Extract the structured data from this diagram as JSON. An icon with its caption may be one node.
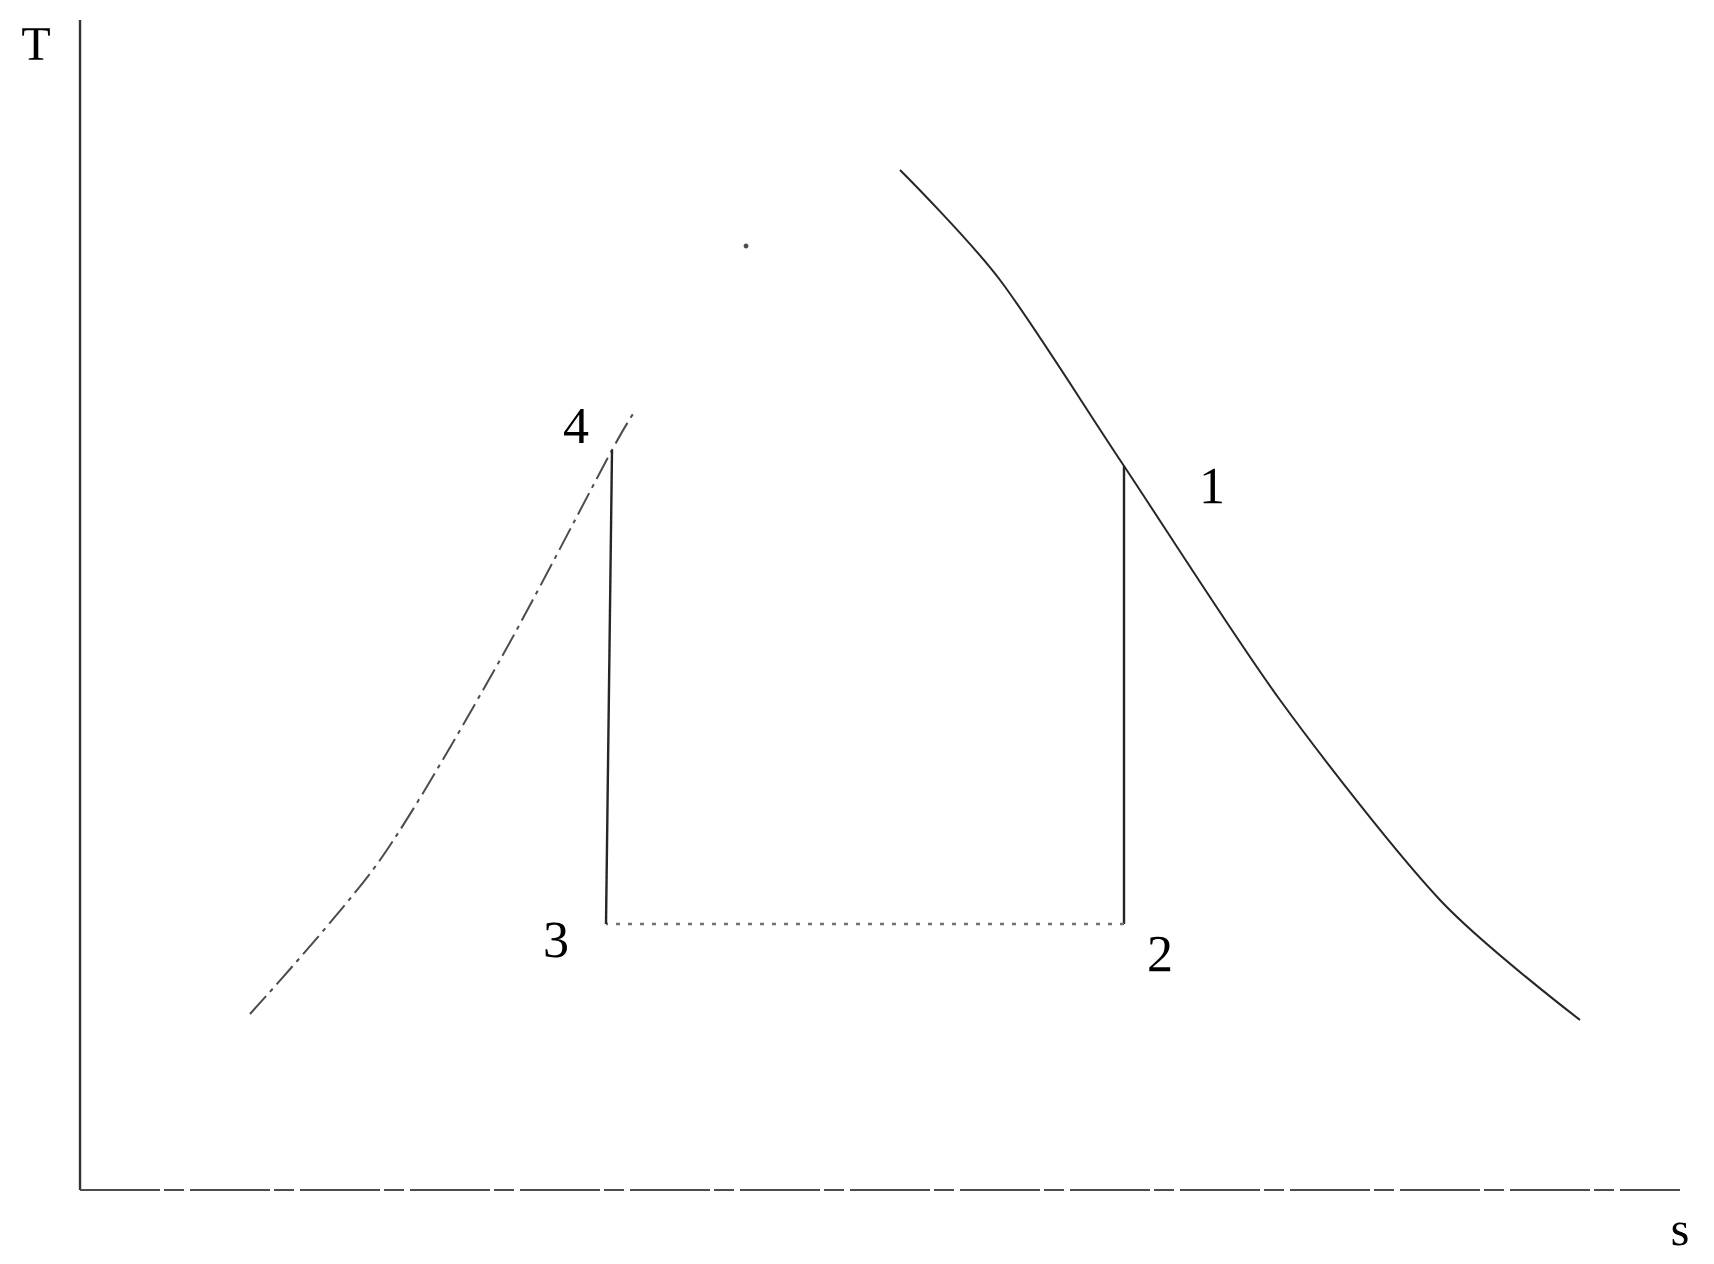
{
  "diagram": {
    "nodes": [
      {
        "text": [
          "1"
        ]
      },
      {
        "text": [
          "2"
        ]
      },
      {
        "text": [
          "3"
        ]
      },
      {
        "text": [
          "4"
        ]
      }
    ],
    "edges": [
      {
        "from": 0,
        "to": 1,
        "arrow": "none"
      },
      {
        "from": 1,
        "to": 2,
        "arrow": "none",
        "style": "dashed"
      },
      {
        "from": 2,
        "to": 3,
        "arrow": "none"
      }
    ],
    "labels": [
      "T",
      "s"
    ]
  }
}
